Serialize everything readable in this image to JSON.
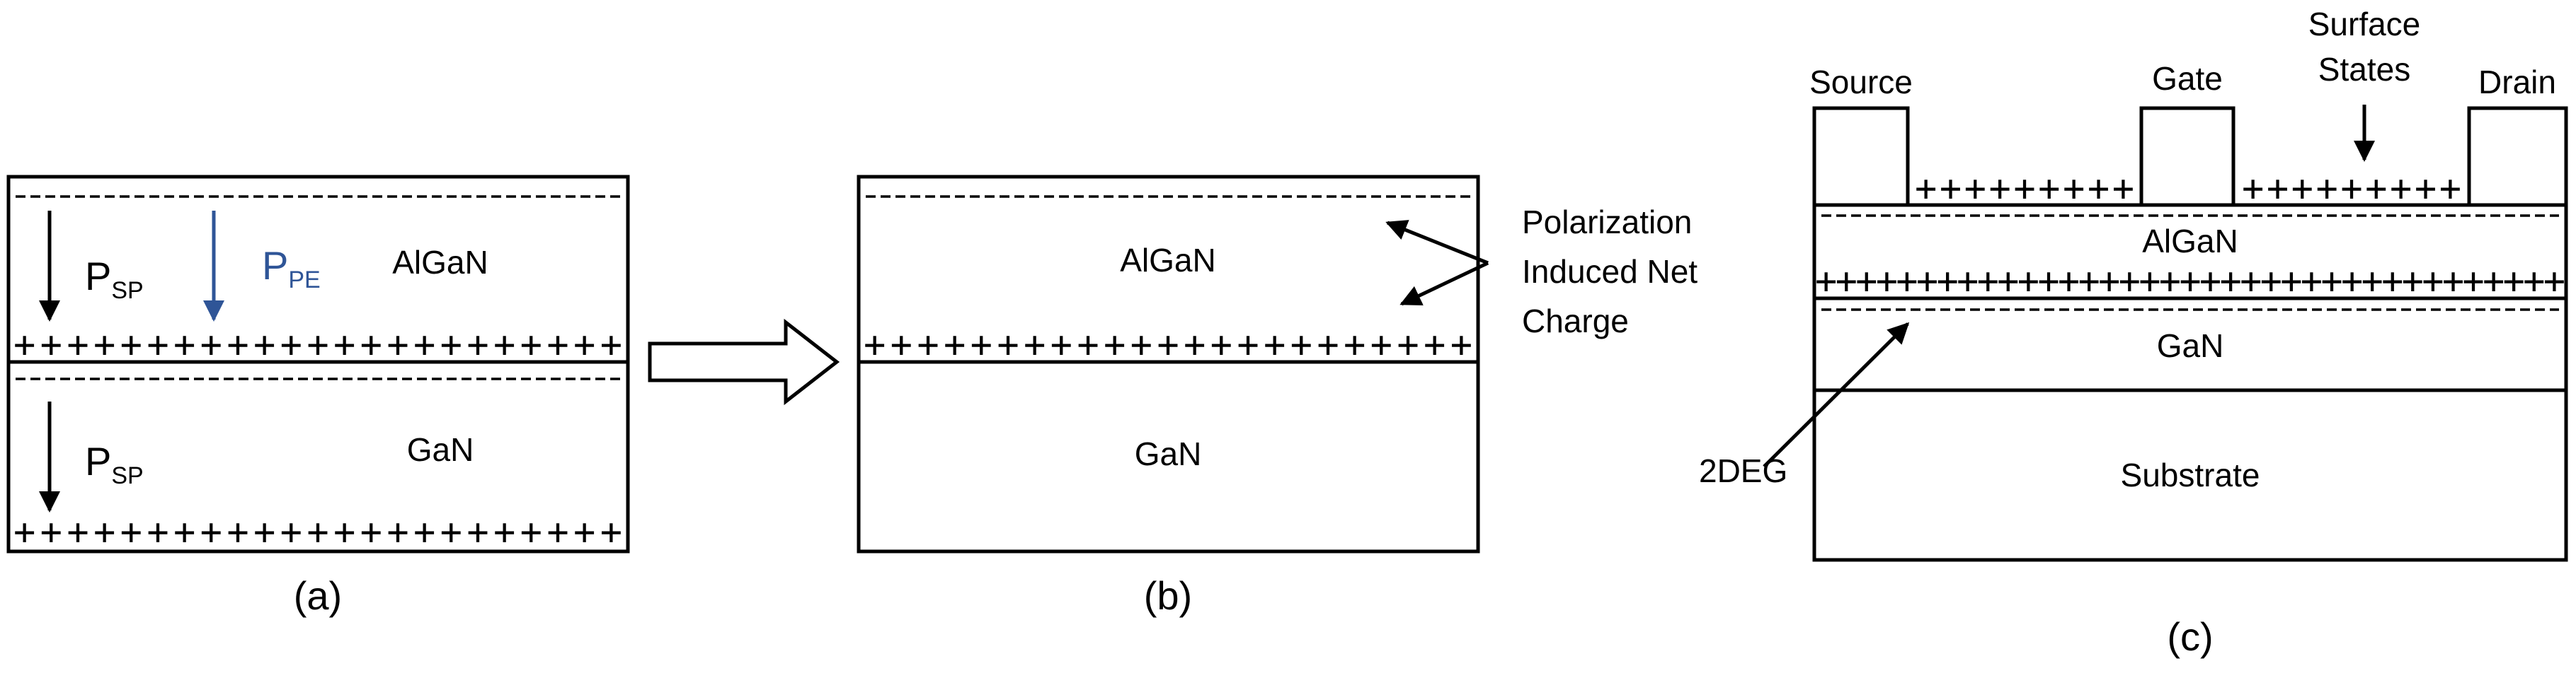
{
  "panel_a": {
    "caption": "(a)",
    "top_layer": "AlGaN",
    "bottom_layer": "GaN",
    "psp_top_main": "P",
    "psp_top_sub": "SP",
    "ppe_main": "P",
    "ppe_sub": "PE",
    "psp_bottom_main": "P",
    "psp_bottom_sub": "SP",
    "plus_row_1": "+++++++++++++++++++++++",
    "plus_row_2": "+++++++++++++++++++++++"
  },
  "panel_b": {
    "caption": "(b)",
    "top_layer": "AlGaN",
    "bottom_layer": "GaN",
    "plus_row": "+++++++++++++++++++++++",
    "annotation_line_1": "Polarization",
    "annotation_line_2": "Induced Net",
    "annotation_line_3": "Charge"
  },
  "panel_c": {
    "caption": "(c)",
    "source_label": "Source",
    "gate_label": "Gate",
    "drain_label": "Drain",
    "surface_states_line_1": "Surface",
    "surface_states_line_2": "States",
    "surface_plus_left": "+++++++++",
    "surface_plus_right": "+++++++++",
    "algan_label": "AlGaN",
    "interface_plus": "+++++++++++++++++++++++++++++++++++++",
    "gan_label": "GaN",
    "substrate_label": "Substrate",
    "twodeg_label": "2DEG"
  },
  "colors": {
    "line": "#000000",
    "ppe_blue": "#2f5597"
  }
}
